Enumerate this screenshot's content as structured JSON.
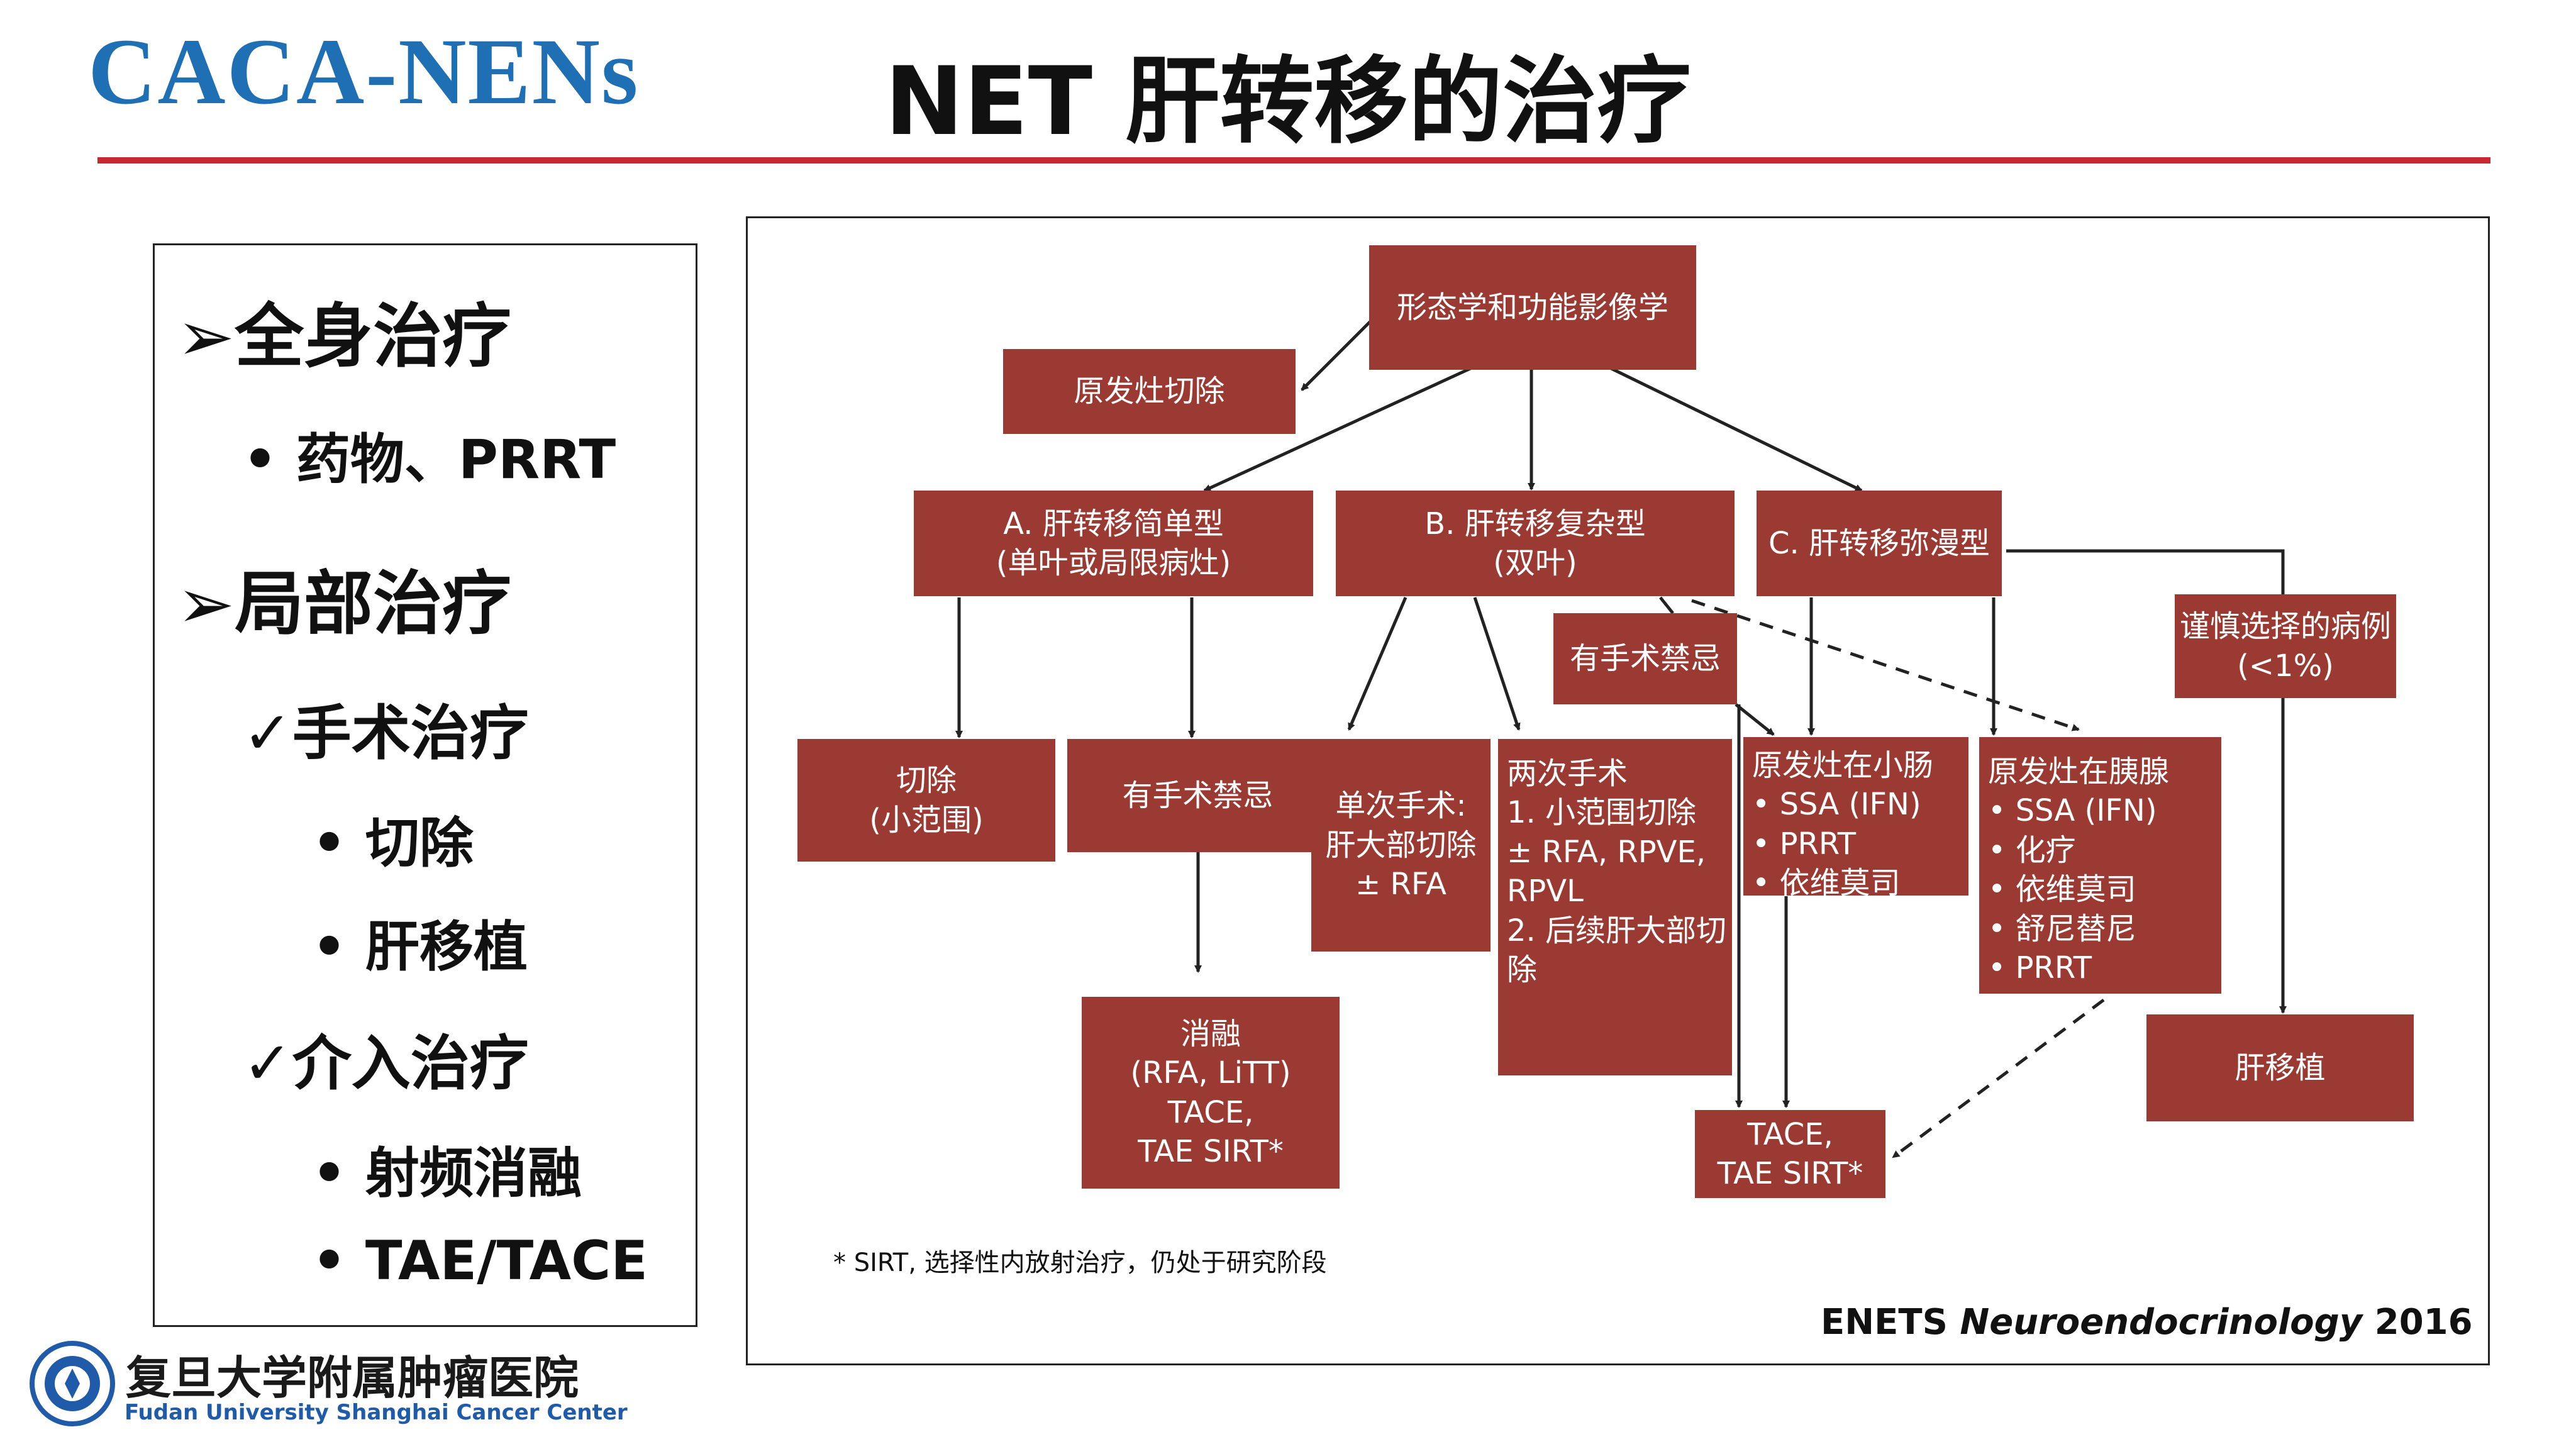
{
  "header": {
    "logo_text": "CACA-NENs",
    "title": "NET 肝转移的治疗"
  },
  "left_panel": {
    "systemic": "➢全身治疗",
    "systemic_item": "• 药物、PRRT",
    "local": "➢局部治疗",
    "surgery": "✓手术治疗",
    "surgery_items": [
      "• 切除",
      "• 肝移植"
    ],
    "interventional": "✓介入治疗",
    "interventional_items": [
      "• 射频消融",
      "• TAE/TACE"
    ]
  },
  "diagram": {
    "imaging": "形态学和功能影像学",
    "primary_resection": "原发灶切除",
    "typeA": [
      "A. 肝转移简单型",
      "(单叶或局限病灶)"
    ],
    "typeB": [
      "B. 肝转移复杂型",
      "(双叶)"
    ],
    "typeC": "C. 肝转移弥漫型",
    "contraindication_B": "有手术禁忌",
    "selected_cases": [
      "谨慎选择的病例",
      "(<1%)"
    ],
    "resection_small": [
      "切除",
      "(小范围)"
    ],
    "contraindication_A": "有手术禁忌",
    "single_surgery": [
      "单次手术:",
      "肝大部切除",
      "± RFA"
    ],
    "two_stage": [
      "两次手术",
      "1. 小范围切除",
      "± RFA, RPVE,",
      "RPVL",
      "2. 后续肝大部切",
      "除"
    ],
    "primary_small_bowel": {
      "title": "原发灶在小肠",
      "items": [
        "SSA (IFN)",
        "PRRT",
        "依维莫司"
      ]
    },
    "primary_pancreas": {
      "title": "原发灶在胰腺",
      "items": [
        "SSA (IFN)",
        "化疗",
        "依维莫司",
        "舒尼替尼",
        "PRRT"
      ]
    },
    "ablation": [
      "消融",
      "(RFA, LiTT)",
      "TACE,",
      "TAE SIRT*"
    ],
    "tace": [
      "TACE,",
      "TAE SIRT*"
    ],
    "liver_transplant": "肝移植",
    "footnote": "* SIRT, 选择性内放射治疗，仍处于研究阶段",
    "citation_prefix": "ENETS ",
    "citation_journal": "Neuroendocrinology",
    "citation_year": " 2016"
  },
  "hospital": {
    "name_cn": "复旦大学附属肿瘤医院",
    "name_en": "Fudan University Shanghai Cancer Center"
  },
  "colors": {
    "box_fill": "#9a3a32",
    "logo_blue": "#1f6fb5",
    "rule_red": "#c8282e"
  }
}
